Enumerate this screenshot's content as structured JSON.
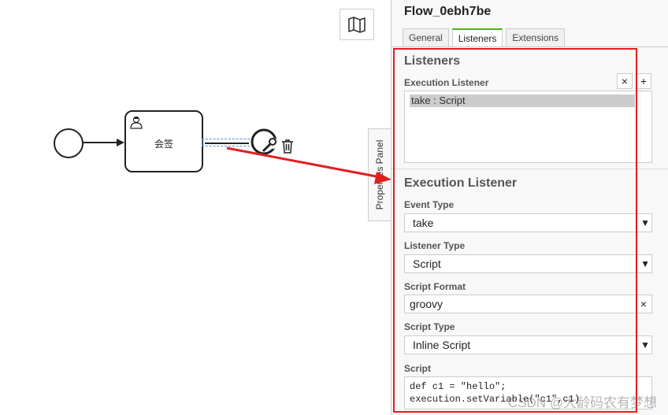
{
  "canvas": {
    "task_label": "会签",
    "properties_tab_label": "Properties Panel",
    "icons": [
      "map-icon",
      "user-icon",
      "trash-icon",
      "wrench-icon"
    ]
  },
  "panel": {
    "title": "Flow_0ebh7be",
    "tabs": [
      {
        "label": "General"
      },
      {
        "label": "Listeners",
        "active": true
      },
      {
        "label": "Extensions"
      }
    ],
    "listeners_group": "Listeners",
    "execution_listener_label": "Execution Listener",
    "remove_label": "×",
    "add_label": "+",
    "listener_item": "take : Script",
    "detail_group": "Execution Listener",
    "event_type_label": "Event Type",
    "event_type_value": "take",
    "listener_type_label": "Listener Type",
    "listener_type_value": "Script",
    "script_format_label": "Script Format",
    "script_format_value": "groovy",
    "clear_label": "×",
    "script_type_label": "Script Type",
    "script_type_value": "Inline Script",
    "script_label": "Script",
    "script_value": "def c1 = \"hello\";\nexecution.setVariable(\"c1\",c1)"
  },
  "watermark": "CSDN @大龄码农有梦想",
  "colors": {
    "highlight": "#e02020",
    "accent": "#52b415"
  }
}
